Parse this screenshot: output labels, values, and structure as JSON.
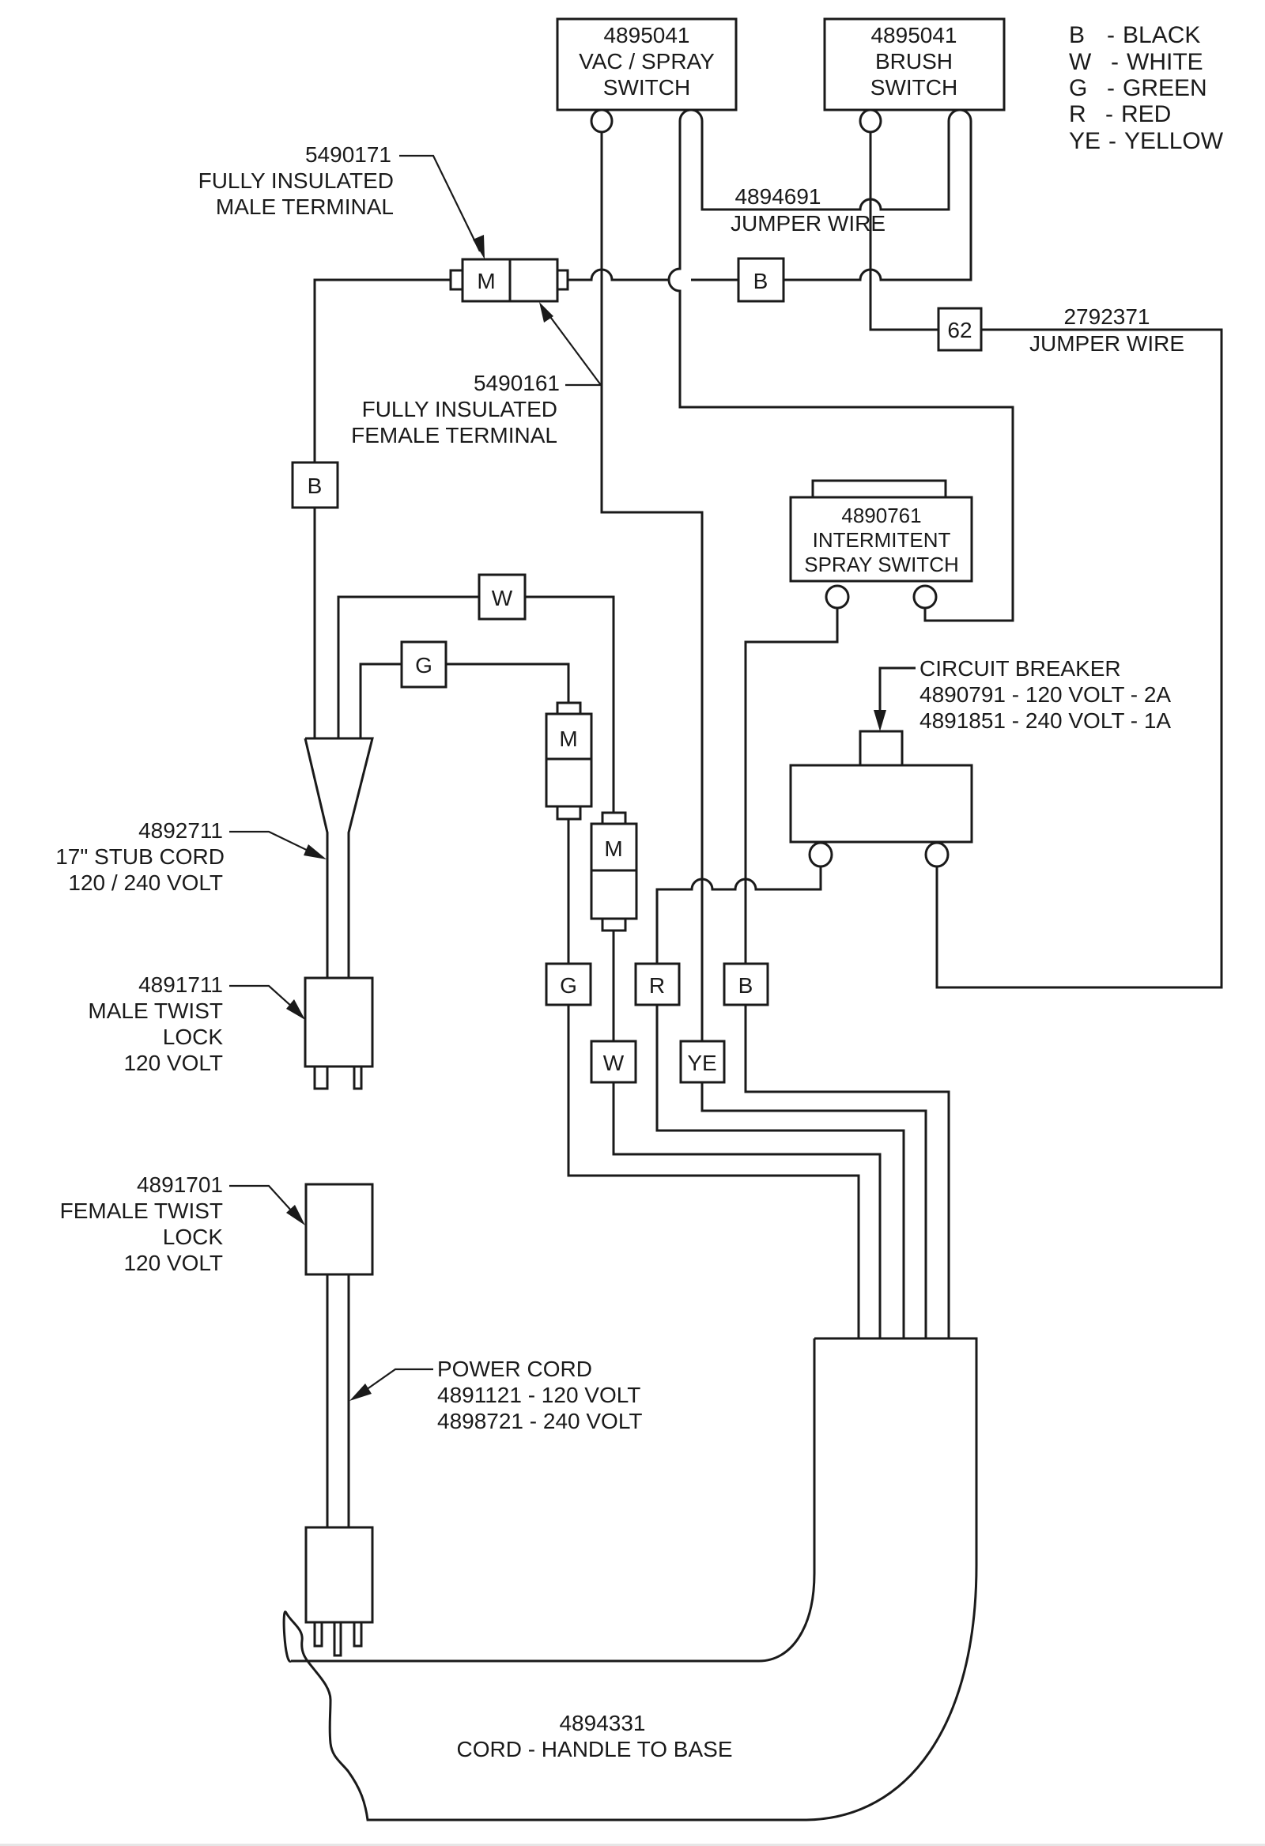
{
  "title": "Wiring diagram - handle assembly",
  "legend": [
    {
      "code": "B",
      "sep": "-",
      "color": "BLACK"
    },
    {
      "code": "W",
      "sep": "-",
      "color": "WHITE"
    },
    {
      "code": "G",
      "sep": "-",
      "color": "GREEN"
    },
    {
      "code": "R",
      "sep": "-",
      "color": "RED"
    },
    {
      "code": "YE",
      "sep": "-",
      "color": "YELLOW"
    }
  ],
  "components": {
    "vac_spray_switch": {
      "part": "4895041",
      "line1": "VAC / SPRAY",
      "line2": "SWITCH"
    },
    "brush_switch": {
      "part": "4895041",
      "line1": "BRUSH",
      "line2": "SWITCH"
    },
    "jumper_a": {
      "part": "4894691",
      "label": "JUMPER WIRE"
    },
    "jumper_b": {
      "part": "2792371",
      "label": "JUMPER WIRE",
      "tag": "62"
    },
    "male_terminal": {
      "part": "5490171",
      "line1": "FULLY INSULATED",
      "line2": "MALE TERMINAL",
      "mark": "M"
    },
    "female_terminal": {
      "part": "5490161",
      "line1": "FULLY INSULATED",
      "line2": "FEMALE TERMINAL"
    },
    "intermittent_switch": {
      "part": "4890761",
      "line1": "INTERMITENT",
      "line2": "SPRAY SWITCH"
    },
    "circuit_breaker": {
      "line1": "CIRCUIT BREAKER",
      "line2": "4890791 - 120 VOLT - 2A",
      "line3": "4891851 - 240 VOLT - 1A"
    },
    "stub_cord": {
      "part": "4892711",
      "line1": "17\" STUB CORD",
      "line2": "120 / 240 VOLT"
    },
    "male_twist_lock": {
      "part": "4891711",
      "line1": "MALE TWIST",
      "line2": "LOCK",
      "line3": "120 VOLT"
    },
    "female_twist_lock": {
      "part": "4891701",
      "line1": "FEMALE TWIST",
      "line2": "LOCK",
      "line3": "120 VOLT"
    },
    "power_cord": {
      "line1": "POWER CORD",
      "line2": "4891121 - 120 VOLT",
      "line3": "4898721 - 240 VOLT"
    },
    "handle_cord": {
      "part": "4894331",
      "label": "CORD - HANDLE TO BASE"
    },
    "green_connector": {
      "mark": "M"
    },
    "white_connector": {
      "mark": "M"
    }
  },
  "wire_tags": {
    "top_black": "B",
    "left_black": "B",
    "stub_white": "W",
    "stub_green": "G",
    "bundle_green": "G",
    "bundle_white": "W",
    "bundle_red": "R",
    "bundle_yellow": "YE",
    "bundle_black": "B"
  }
}
